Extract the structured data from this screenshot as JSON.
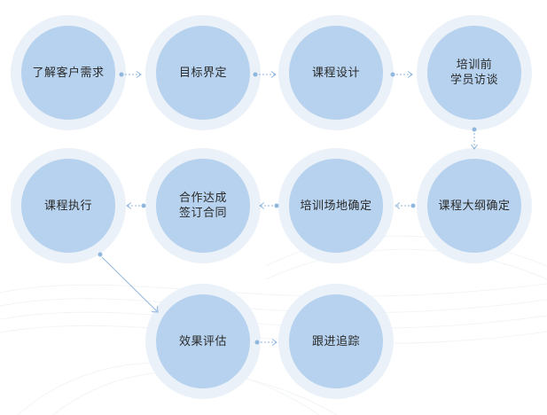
{
  "colors": {
    "outer_ring": "#eaf1f8",
    "circle_fill": "#b6d2ee",
    "connector": "#8fb6dd",
    "text": "#2a2a2a"
  },
  "steps": [
    {
      "id": "s1",
      "label": "了解客户需求"
    },
    {
      "id": "s2",
      "label": "目标界定"
    },
    {
      "id": "s3",
      "label": "课程设计"
    },
    {
      "id": "s4",
      "label": "培训前\n学员访谈"
    },
    {
      "id": "s5",
      "label": "课程大纲确定"
    },
    {
      "id": "s6",
      "label": "培训场地确定"
    },
    {
      "id": "s7",
      "label": "合作达成\n签订合同"
    },
    {
      "id": "s8",
      "label": "课程执行"
    },
    {
      "id": "s9",
      "label": "效果评估"
    },
    {
      "id": "s10",
      "label": "跟进追踪"
    }
  ],
  "connections": [
    {
      "from": "s1",
      "to": "s2"
    },
    {
      "from": "s2",
      "to": "s3"
    },
    {
      "from": "s3",
      "to": "s4"
    },
    {
      "from": "s4",
      "to": "s5"
    },
    {
      "from": "s5",
      "to": "s6"
    },
    {
      "from": "s6",
      "to": "s7"
    },
    {
      "from": "s7",
      "to": "s8"
    },
    {
      "from": "s8",
      "to": "s9"
    },
    {
      "from": "s9",
      "to": "s10"
    }
  ]
}
